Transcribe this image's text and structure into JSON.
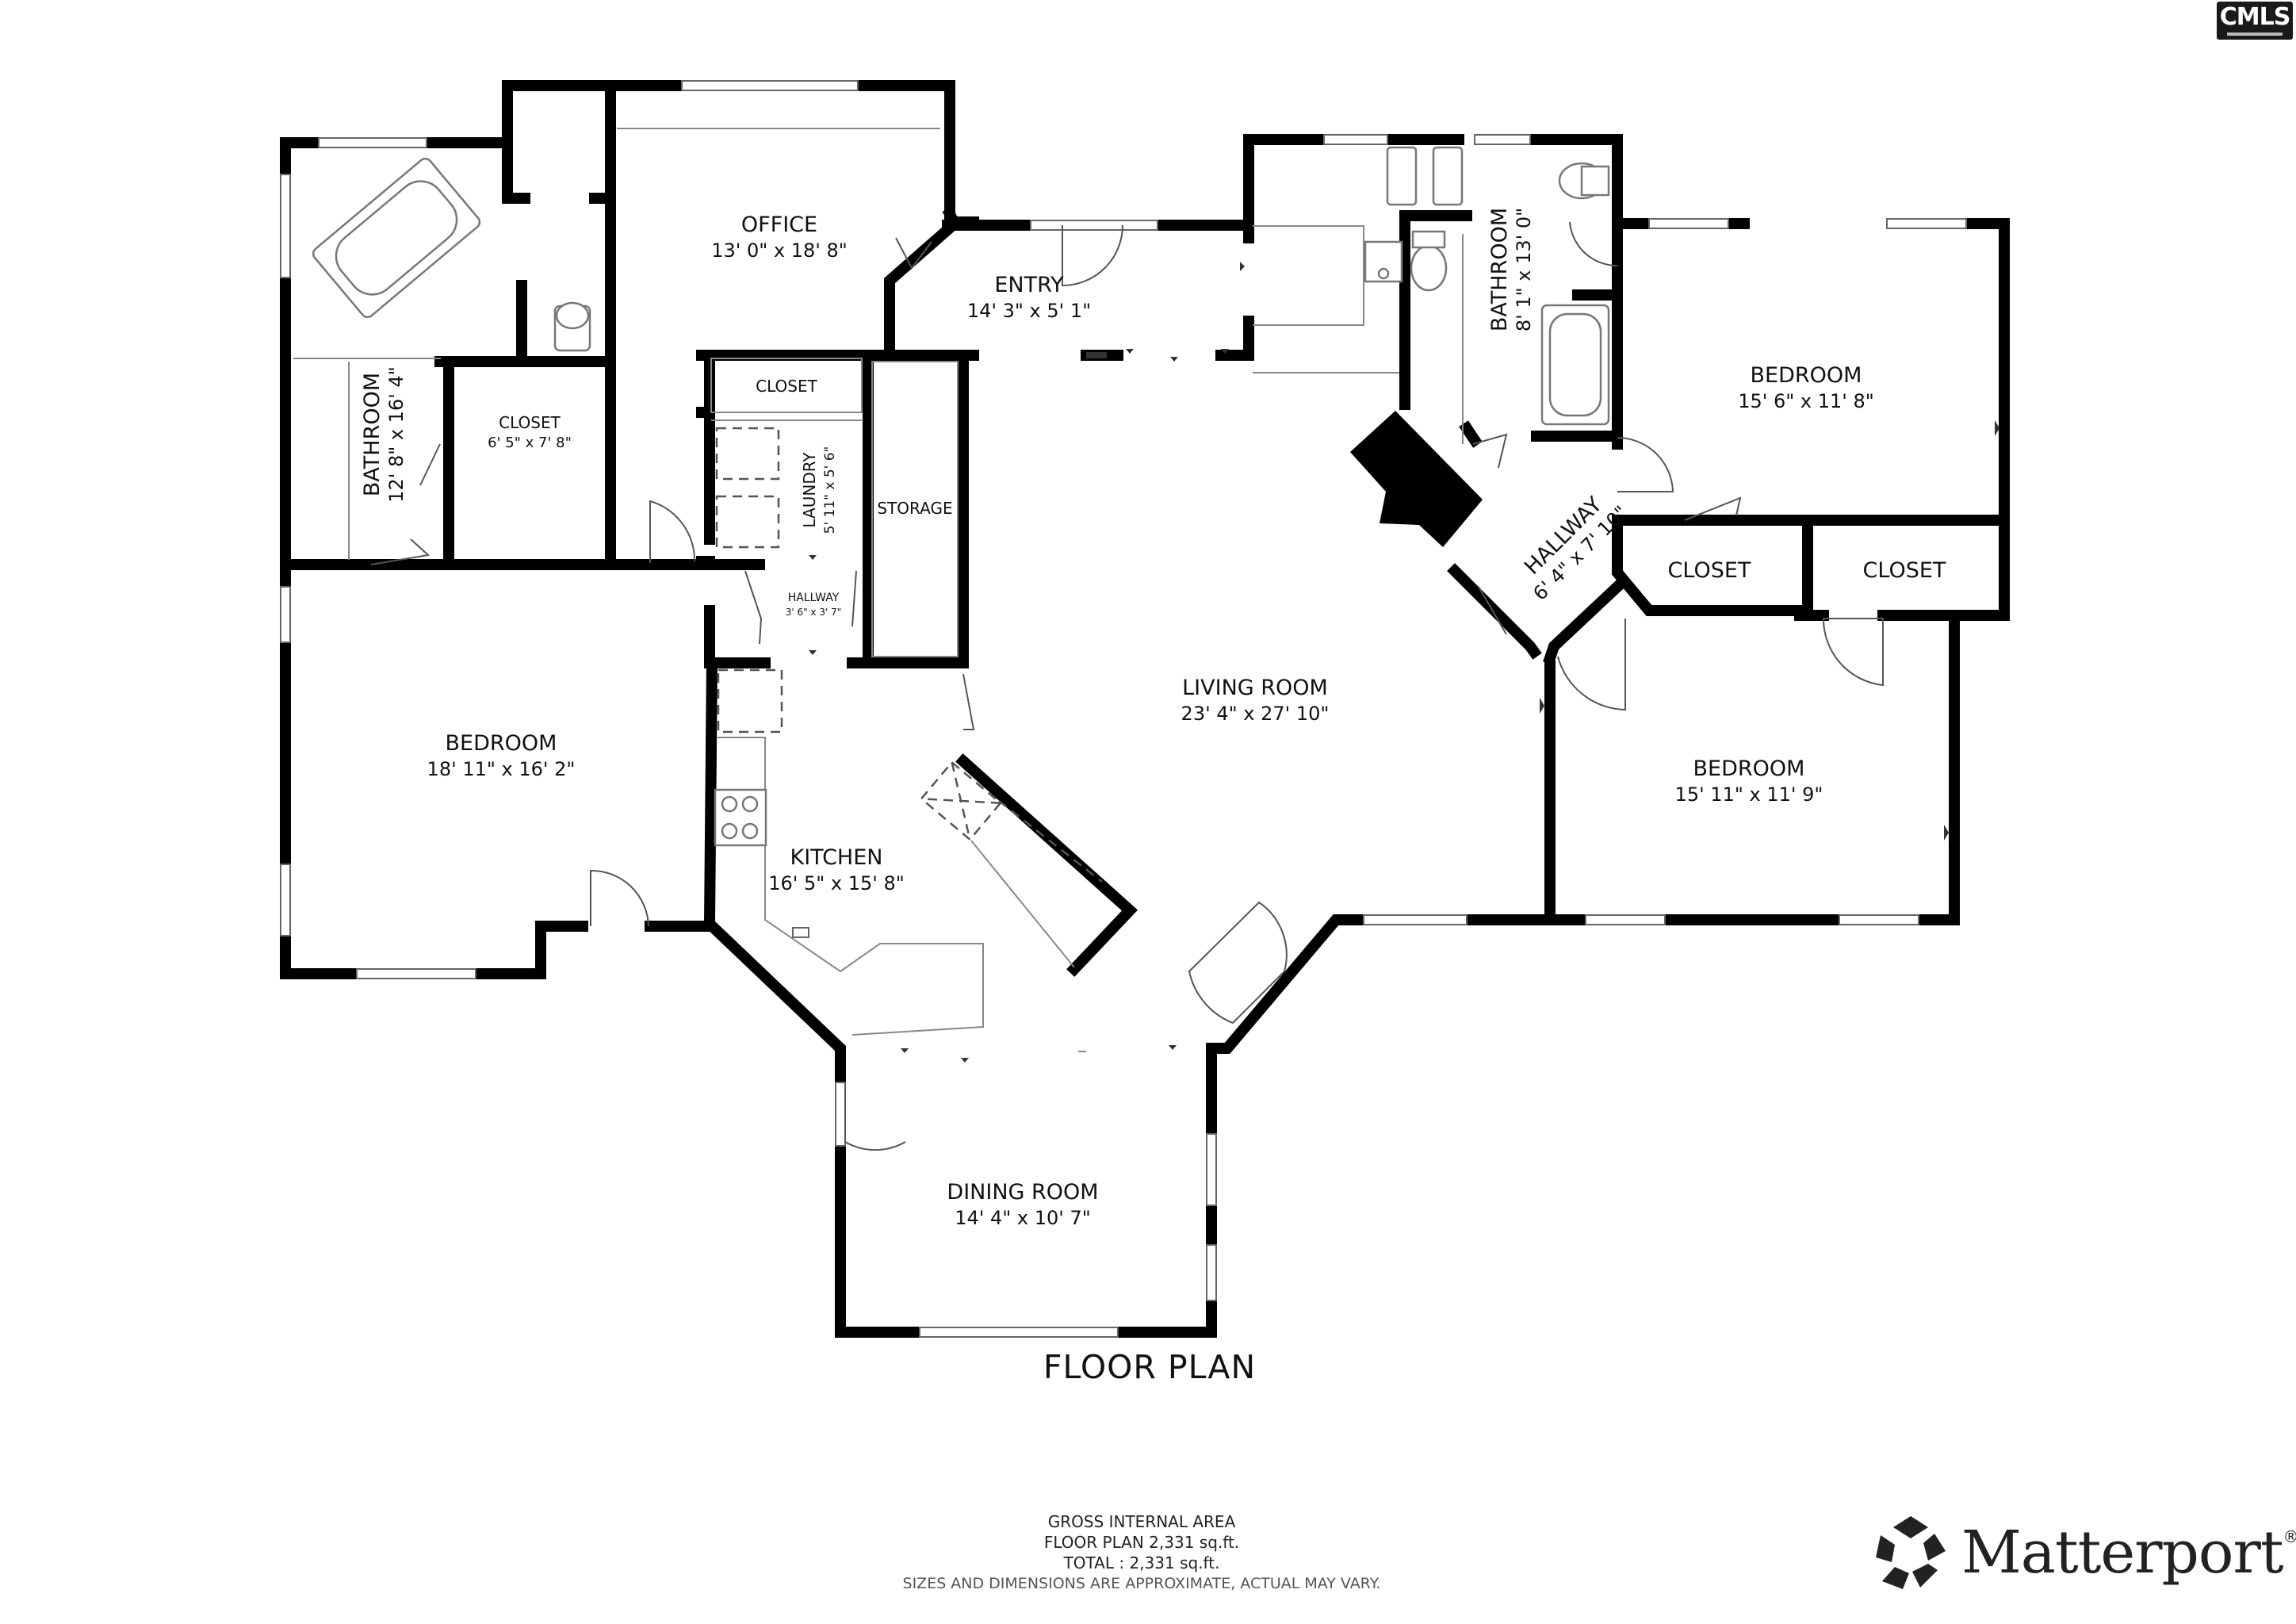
{
  "rooms": {
    "office": {
      "name": "OFFICE",
      "dims": "13' 0\" x 18' 8\""
    },
    "entry": {
      "name": "ENTRY",
      "dims": "14' 3\" x 5' 1\""
    },
    "bath_left": {
      "name": "BATHROOM",
      "dims": "12' 8\" x 16' 4\""
    },
    "closet_left": {
      "name": "CLOSET",
      "dims": "6' 5\" x 7' 8\""
    },
    "closet_top": {
      "name": "CLOSET"
    },
    "laundry": {
      "name": "LAUNDRY",
      "dims": "5' 11\" x 5' 6\""
    },
    "storage": {
      "name": "STORAGE"
    },
    "hallway_small": {
      "name": "HALLWAY",
      "dims": "3' 6\" x 3' 7\""
    },
    "bedroom_left": {
      "name": "BEDROOM",
      "dims": "18' 11\" x 16' 2\""
    },
    "kitchen": {
      "name": "KITCHEN",
      "dims": "16' 5\" x 15' 8\""
    },
    "living": {
      "name": "LIVING ROOM",
      "dims": "23' 4\" x 27' 10\""
    },
    "dining": {
      "name": "DINING ROOM",
      "dims": "14' 4\" x 10' 7\""
    },
    "bath_right": {
      "name": "BATHROOM",
      "dims": "8' 1\" x 13' 0\""
    },
    "hallway_right": {
      "name": "HALLWAY",
      "dims": "6' 4\" x 7' 10\""
    },
    "bedroom_top_right": {
      "name": "BEDROOM",
      "dims": "15' 6\" x 11' 8\""
    },
    "closet_right_a": {
      "name": "CLOSET"
    },
    "closet_right_b": {
      "name": "CLOSET"
    },
    "bedroom_bottom_right": {
      "name": "BEDROOM",
      "dims": "15' 11\" x 11' 9\""
    }
  },
  "title": "FLOOR PLAN",
  "area": {
    "heading": "GROSS INTERNAL AREA",
    "floor": "FLOOR PLAN 2,331 sq.ft.",
    "total": "TOTAL :  2,331 sq.ft.",
    "disclaimer": "SIZES AND DIMENSIONS ARE APPROXIMATE, ACTUAL MAY VARY."
  },
  "brand": {
    "matterport": "Matterport",
    "trademark": "®",
    "cmls": "CMLS"
  }
}
